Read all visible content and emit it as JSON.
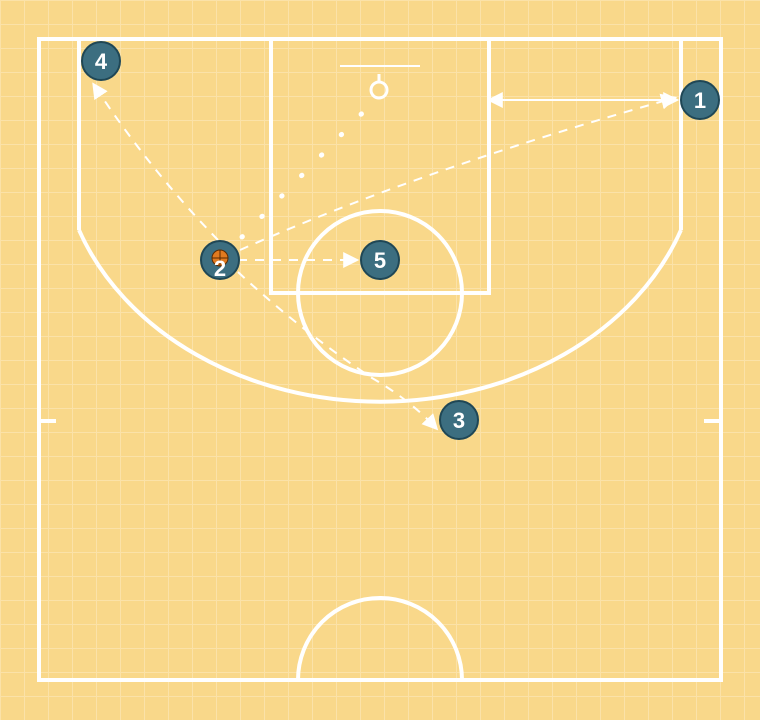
{
  "court": {
    "background_color": "#f9d88a",
    "grid_color": "#fbe2a8",
    "line_color": "#ffffff"
  },
  "players": [
    {
      "id": "1",
      "label": "1",
      "has_ball": false
    },
    {
      "id": "2",
      "label": "2",
      "has_ball": true
    },
    {
      "id": "3",
      "label": "3",
      "has_ball": false
    },
    {
      "id": "4",
      "label": "4",
      "has_ball": false
    },
    {
      "id": "5",
      "label": "5",
      "has_ball": false
    }
  ],
  "player_style": {
    "fill": "#3c6e80",
    "stroke": "#1f4756",
    "text_color": "#ffffff"
  },
  "ball": {
    "icon": "basketball-icon",
    "color": "#e07a1f"
  },
  "actions": [
    {
      "type": "pass",
      "from": "2",
      "to": "5"
    },
    {
      "type": "cut",
      "from": "2",
      "to": "4"
    },
    {
      "type": "cut",
      "from": "2",
      "to": "3"
    },
    {
      "type": "dribble",
      "from": "2",
      "to": "basket"
    },
    {
      "type": "screen",
      "from": "2",
      "to": "1"
    },
    {
      "type": "screen",
      "from": "1",
      "to": "paint"
    }
  ]
}
